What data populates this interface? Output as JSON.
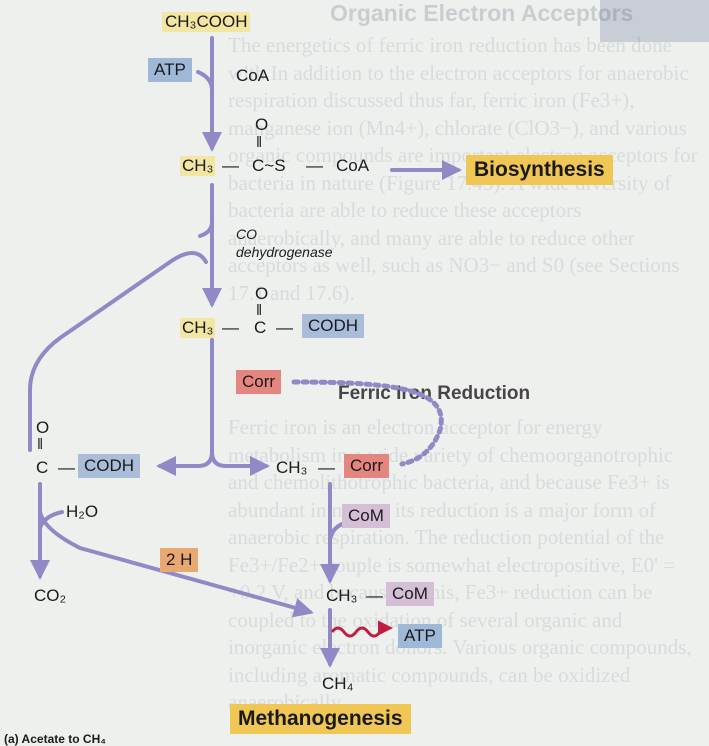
{
  "background": {
    "heading": "Organic Electron Acceptors",
    "paragraph1": "The energetics of ferric iron reduction has been done with In addition to the electron acceptors for anaerobic respiration discussed thus far, ferric iron (Fe3+), manganese ion (Mn4+), chlorate (ClO3−), and various organic compounds are important electron acceptors for bacteria in nature (Figure 17.45). A wide diversity of bacteria are able to reduce these acceptors anaerobically, and many are able to reduce other acceptors as well, such as NO3− and S0 (see Sections 17.1 and 17.6).",
    "section_heading": "Ferric Iron Reduction",
    "paragraph2": "Ferric iron is an electron acceptor for energy metabolism in a wide variety of chemoorganotrophic and chemolithotrophic bacteria, and because Fe3+ is abundant in nature, its reduction is a major form of anaerobic respiration. The reduction potential of the Fe3+/Fe2+ couple is somewhat electropositive, E0' = +0.2 V, and because of this, Fe3+ reduction can be coupled to the oxidation of several organic and inorganic electron donors. Various organic compounds, including aromatic compounds, can be oxidized anaerobically."
  },
  "diagram": {
    "acetate": "CH₃COOH",
    "atp_in": "ATP",
    "coa": "CoA",
    "acetyl_o": "O",
    "acetyl_bond": "‖",
    "acetyl_ch3": "CH₃",
    "acetyl_dash1": "—",
    "acetyl_c": "C~S",
    "acetyl_dash2": "—",
    "acetyl_coa": "CoA",
    "biosynthesis": "Biosynthesis",
    "enzyme_1": "CO",
    "enzyme_2": "dehydrogenase",
    "codh_o": "O",
    "codh_ch3": "CH₃",
    "codh_c": "C",
    "codh_label": "CODH",
    "corr": "Corr",
    "left_o": "O",
    "left_c": "C",
    "left_codh": "CODH",
    "h2o": "H₂O",
    "two_h": "2 H",
    "co2": "CO₂",
    "ch3_corr_ch3": "CH₃",
    "ch3_corr_corr": "Corr",
    "com_in": "CoM",
    "ch3com_ch3": "CH₃",
    "ch3com_com": "CoM",
    "atp_out": "ATP",
    "ch4": "CH₄",
    "methanogenesis": "Methanogenesis",
    "dash": "—",
    "footer": "(a) Acetate to CH₄"
  },
  "colors": {
    "arrow": "#8f89c6",
    "wavy_arrow": "#c01e3e",
    "dotted_arrow": "#8f89c6",
    "corr_box": "#e5857f",
    "atp_box": "#9fb8d8",
    "codh_box": "#a9bcd8",
    "com_box": "#d4bfd6",
    "two_h_box": "#e8a870",
    "title_box": "#f0c655"
  }
}
